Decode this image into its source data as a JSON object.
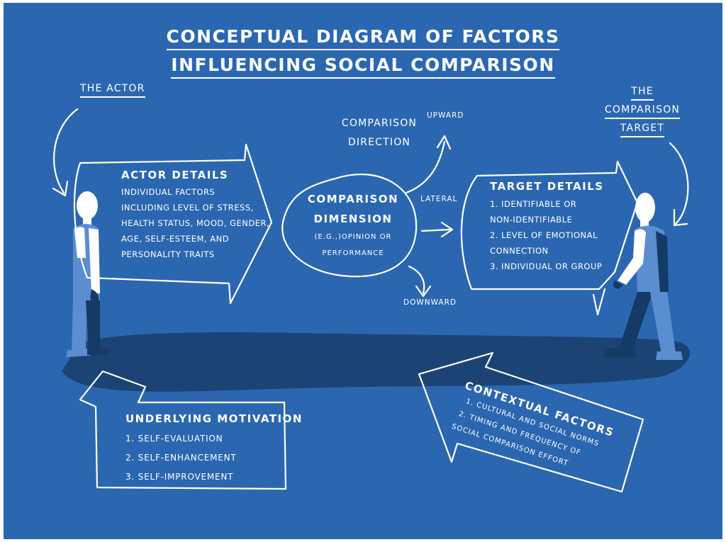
{
  "title": {
    "line1": "Conceptual Diagram of Factors",
    "line2": "Influencing Social Comparison"
  },
  "actor_label": "The Actor",
  "target_label": {
    "line1": "The",
    "line2": "Comparison",
    "line3": "Target"
  },
  "actor_details": {
    "heading": "Actor Details",
    "lines": [
      "Individual factors",
      "including level of stress,",
      "health status, mood, gender,",
      "age, self-esteem, and",
      "personality traits"
    ]
  },
  "comparison_direction": {
    "line1": "Comparison",
    "line2": "Direction",
    "upward": "Upward",
    "lateral": "Lateral",
    "downward": "Downward"
  },
  "comparison_dimension": {
    "line1": "Comparison",
    "line2": "Dimension",
    "line3": "(e.g.,)opinion or",
    "line4": "performance"
  },
  "target_details": {
    "heading": "Target Details",
    "lines": [
      "1. Identifiable or",
      "non-identifiable",
      "2. Level of emotional",
      "connection",
      "3. Individual or group"
    ]
  },
  "underlying_motivation": {
    "heading": "Underlying Motivation",
    "items": [
      "1. Self-evaluation",
      "2. Self-enhancement",
      "3. Self-improvement"
    ]
  },
  "contextual_factors": {
    "heading": "Contextual Factors",
    "lines": [
      "1. Cultural and social norms",
      "2. Timing and frequency of",
      "social comparison effort"
    ]
  },
  "colors": {
    "background": "#2b67b1",
    "shadow": "#1b4475",
    "figure_light": "#5b8ed0",
    "figure_dark": "#143a66",
    "outline": "#ffffff"
  },
  "icons": [
    "curved-arrow-icon",
    "person-icon"
  ]
}
